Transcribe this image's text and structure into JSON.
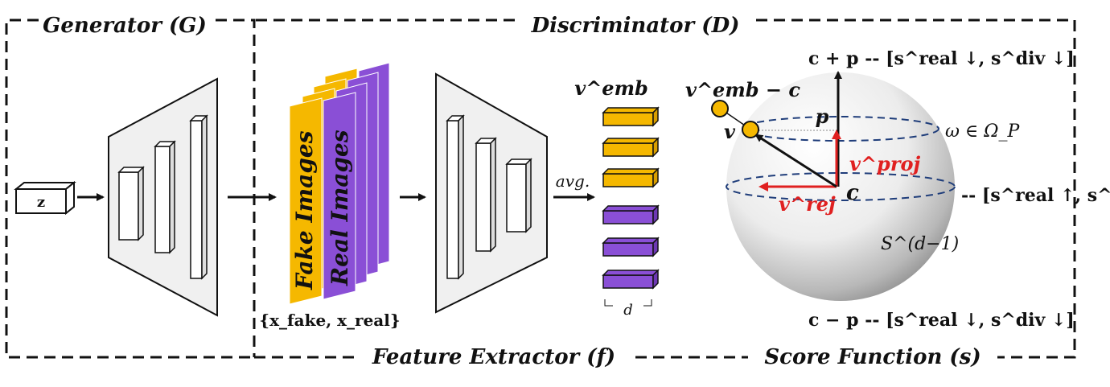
{
  "sections": {
    "generator": "Generator (G)",
    "discriminator": "Discriminator (D)",
    "feature_extractor": "Feature Extractor (f)",
    "score_function": "Score Function (s)"
  },
  "labels": {
    "z": "z",
    "fake_images": "Fake Images",
    "real_images": "Real Images",
    "x_set": "{x_fake, x_real}",
    "avg": "avg.",
    "v_emb": "v^emb",
    "d": "d",
    "v_emb_minus_c": "v^emb − c",
    "v": "v",
    "p": "p",
    "c": "c",
    "v_proj": "v^proj",
    "v_rej": "v^rej",
    "omega": "ω ∈ Ω_P",
    "sphere": "S^(d−1)"
  },
  "annotations": {
    "top": "c + p -- [s^real ↓, s^div ↓]",
    "middle": "-- [s^real ↑, s^div ↑]",
    "bottom": "c − p -- [s^real ↓, s^div ↓]"
  },
  "colors": {
    "fake": "#f5b800",
    "real": "#8a4fd6",
    "blue_text": "#1f77c0",
    "red_text": "#e02020",
    "ring": "#1f3d7a"
  }
}
